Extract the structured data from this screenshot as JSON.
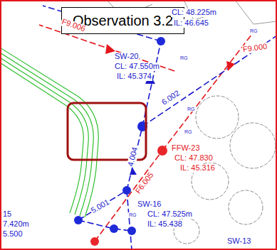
{
  "diagram": {
    "nodes": [
      {
        "text": [
          "Observation 3.2"
        ]
      }
    ],
    "labels": [
      "F9.006",
      "CL: 48.225m",
      "IL: 46.645",
      "SW-20",
      "CL: 47.550m",
      "IL: 45.374",
      "6.002",
      "F9.000",
      "FFW-23",
      "CL: 47.830",
      "IL: 45.316",
      "4.004",
      "F6.005",
      "SW-16",
      "CL: 47.525m",
      "IL: 45.438",
      "5.001",
      "SW-13",
      "15",
      "7.420m",
      "5.500",
      "RG",
      "RG",
      "RG",
      "RG",
      "RG"
    ]
  }
}
